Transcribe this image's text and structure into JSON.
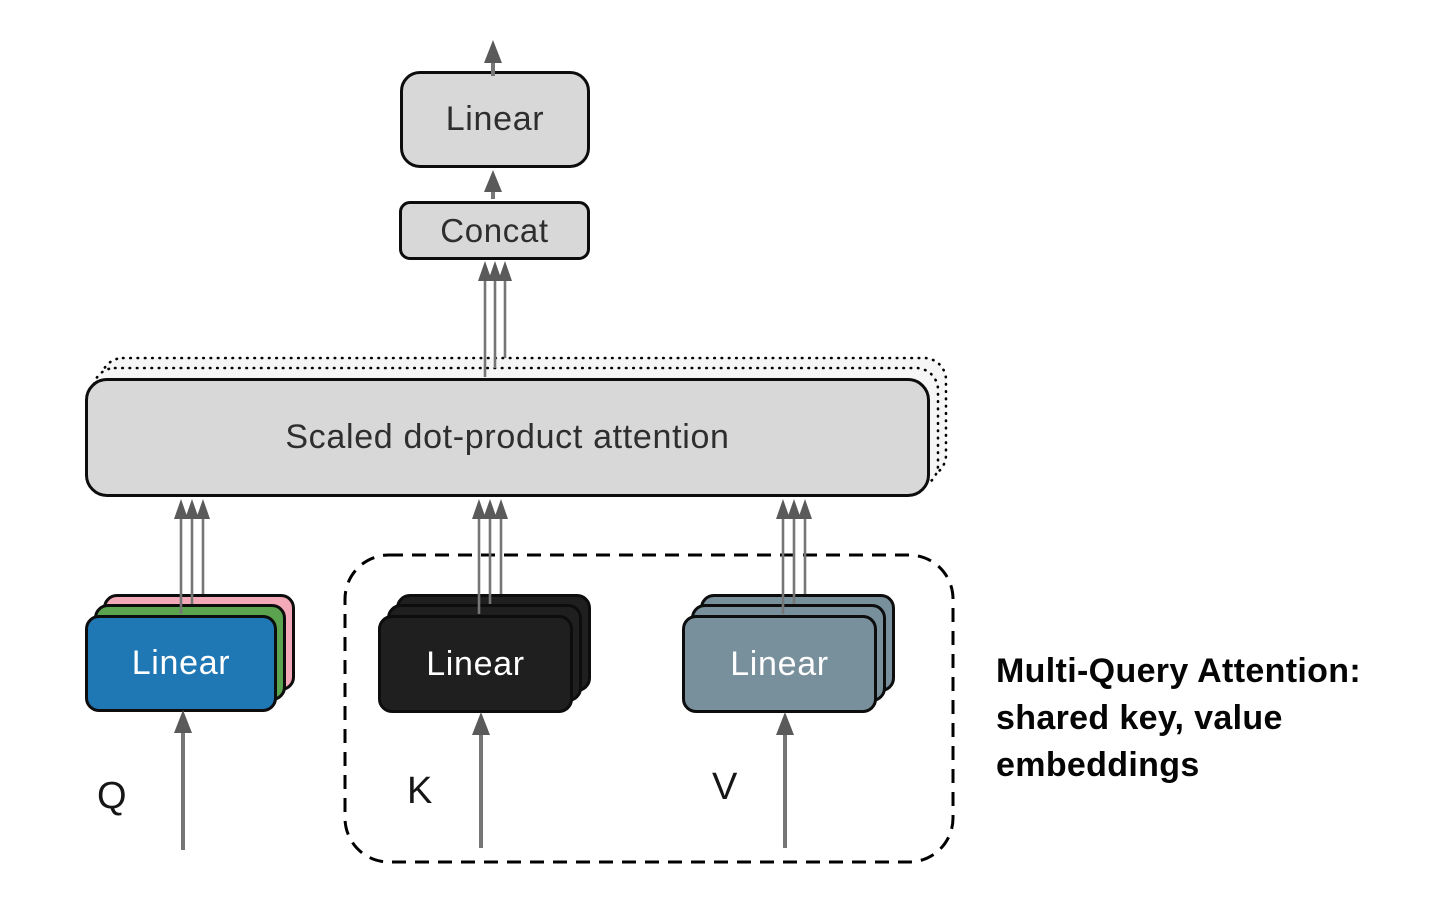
{
  "nodes": {
    "output_linear": {
      "label": "Linear"
    },
    "concat": {
      "label": "Concat"
    },
    "attention": {
      "label": "Scaled dot-product attention"
    },
    "query_stack": {
      "label": "Linear",
      "input_label": "Q"
    },
    "key_stack": {
      "label": "Linear",
      "input_label": "K"
    },
    "value_stack": {
      "label": "Linear",
      "input_label": "V"
    }
  },
  "caption": {
    "text": "Multi-Query Attention:\nshared key, value\nembeddings"
  },
  "colors": {
    "box_gray": "#d8d8d8",
    "query_front": "#1f77b4",
    "query_mid": "#5ba34e",
    "query_back": "#f4a9b8",
    "key_fill": "#1f1f1f",
    "value_fill": "#78909c",
    "stack_outline_fill": "#f6f6f6",
    "arrow_shaft": "#767676",
    "arrow_head": "#5a5a5a",
    "outline_black": "#0d0d0d"
  }
}
